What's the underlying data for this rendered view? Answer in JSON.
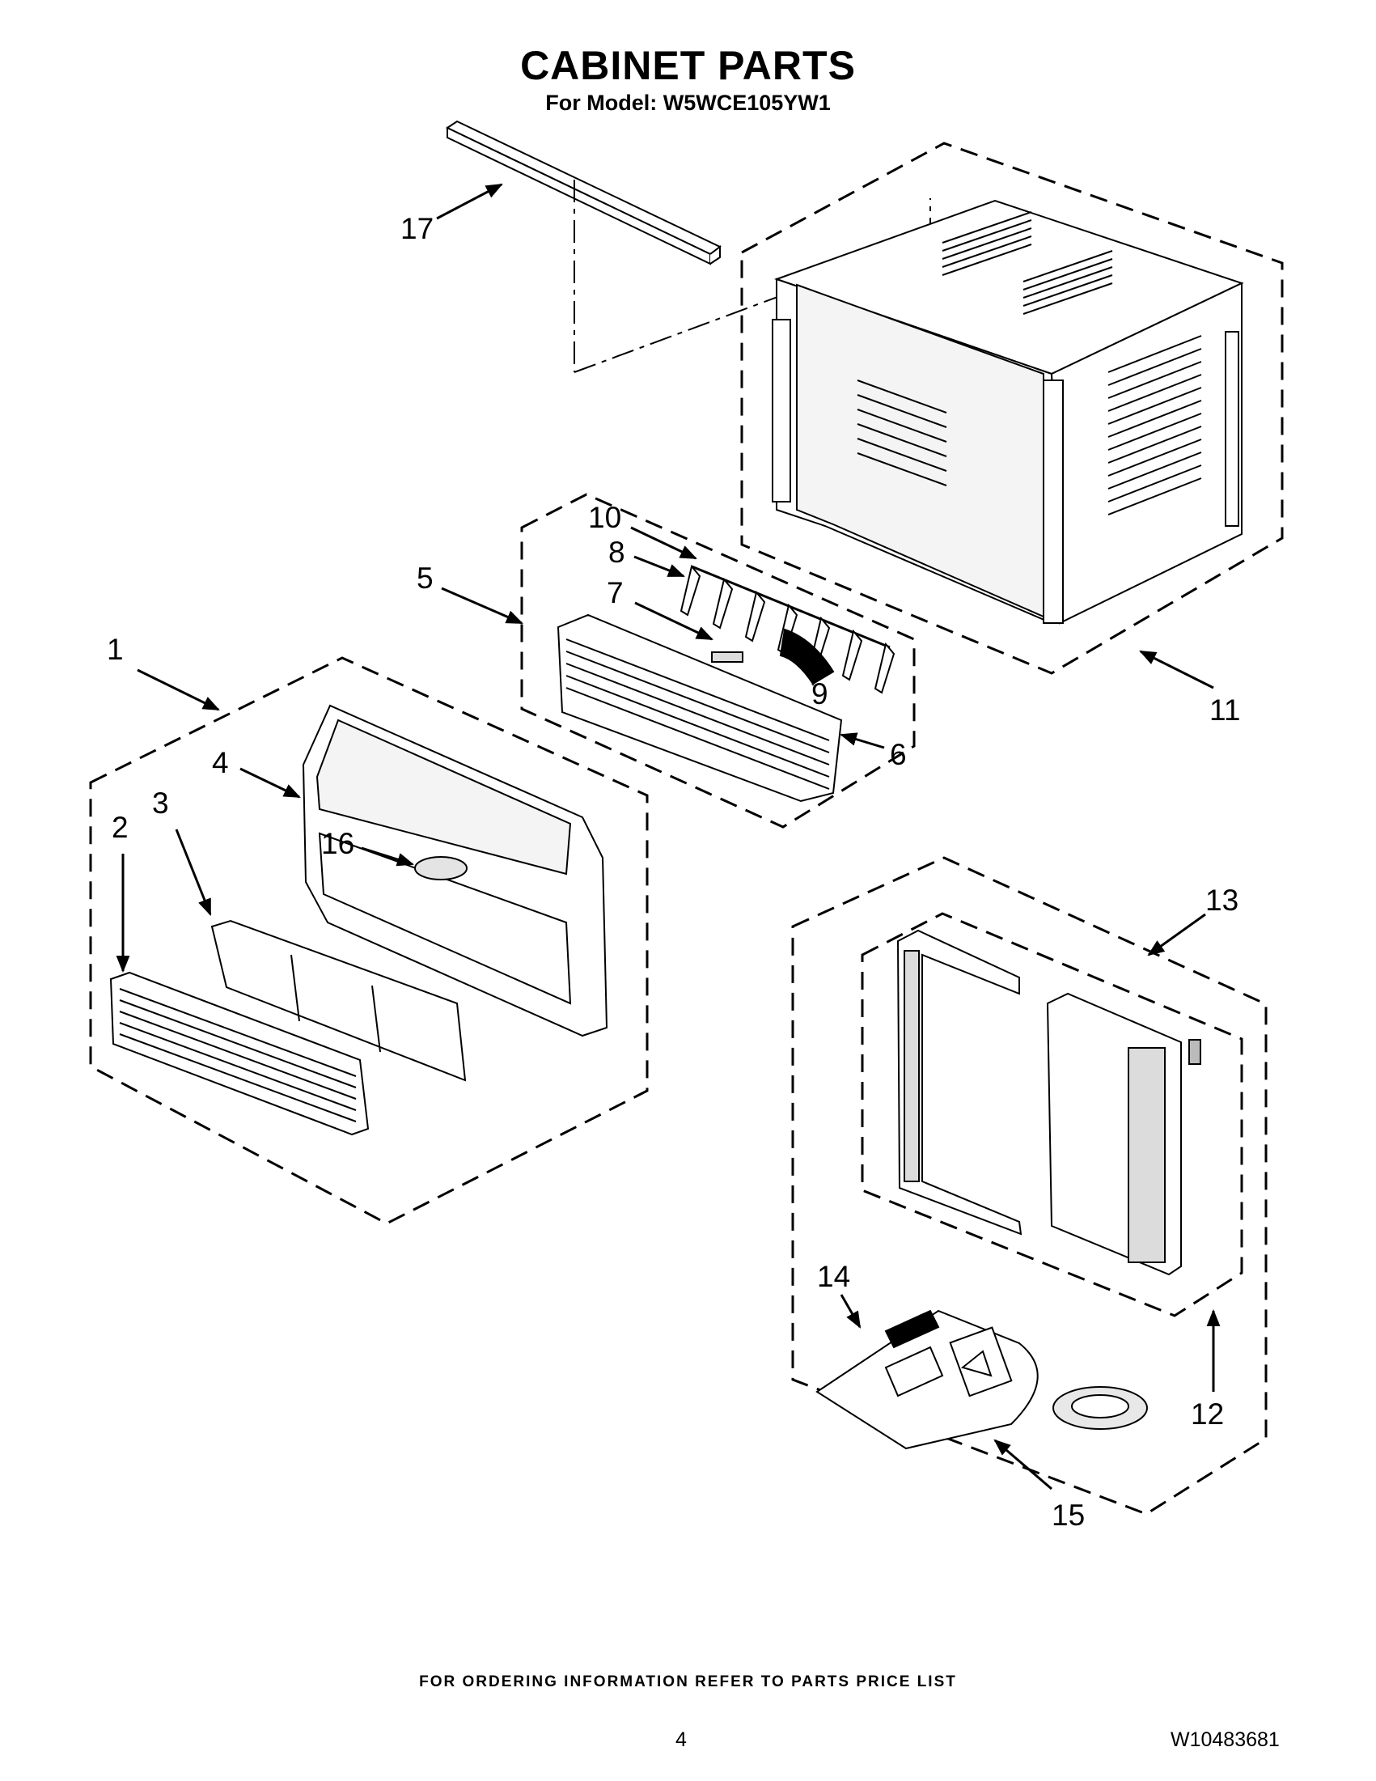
{
  "header": {
    "title": "CABINET PARTS",
    "subtitle": "For Model: W5WCE105YW1"
  },
  "callouts": [
    {
      "id": "c1",
      "label": "1"
    },
    {
      "id": "c2",
      "label": "2"
    },
    {
      "id": "c3",
      "label": "3"
    },
    {
      "id": "c4",
      "label": "4"
    },
    {
      "id": "c5",
      "label": "5"
    },
    {
      "id": "c6",
      "label": "6"
    },
    {
      "id": "c7",
      "label": "7"
    },
    {
      "id": "c8",
      "label": "8"
    },
    {
      "id": "c9",
      "label": "9"
    },
    {
      "id": "c10",
      "label": "10"
    },
    {
      "id": "c11",
      "label": "11"
    },
    {
      "id": "c12",
      "label": "12"
    },
    {
      "id": "c13",
      "label": "13"
    },
    {
      "id": "c14",
      "label": "14"
    },
    {
      "id": "c15",
      "label": "15"
    },
    {
      "id": "c16",
      "label": "16"
    },
    {
      "id": "c17",
      "label": "17"
    }
  ],
  "footer": {
    "ordering_note": "FOR ORDERING INFORMATION REFER TO PARTS PRICE LIST",
    "page_number": "4",
    "document_number": "W10483681"
  }
}
